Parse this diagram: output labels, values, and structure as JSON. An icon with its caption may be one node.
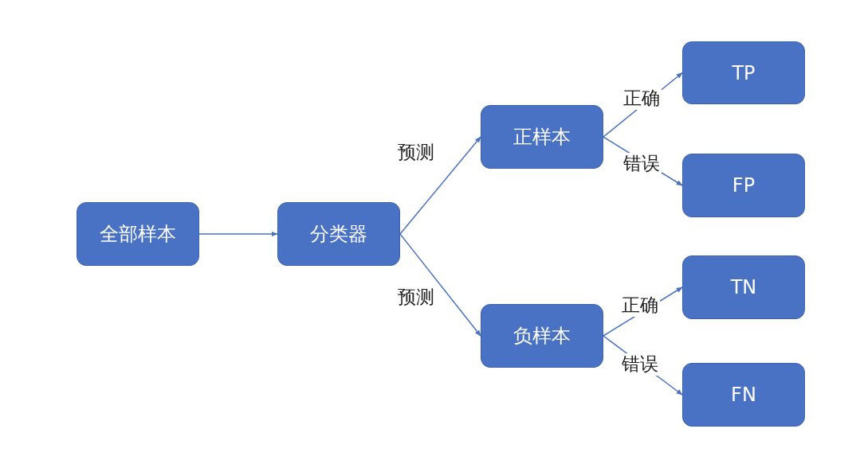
{
  "diagram": {
    "nodes": [
      {
        "text": [
          "全部样本"
        ]
      },
      {
        "text": [
          "分类器"
        ]
      },
      {
        "text": [
          "正样本"
        ]
      },
      {
        "text": [
          "负样本"
        ]
      },
      {
        "text": [
          "TP"
        ]
      },
      {
        "text": [
          "FP"
        ]
      },
      {
        "text": [
          "TN"
        ]
      },
      {
        "text": [
          "FN"
        ]
      }
    ],
    "edges": [
      {
        "from": 0,
        "to": 1,
        "arrow": "to"
      },
      {
        "from": 1,
        "to": 2,
        "arrow": "to",
        "label": "预测"
      },
      {
        "from": 1,
        "to": 3,
        "arrow": "to",
        "label": "预测"
      },
      {
        "from": 2,
        "to": 4,
        "arrow": "to",
        "label": "正确"
      },
      {
        "from": 2,
        "to": 5,
        "arrow": "to",
        "label": "错误"
      },
      {
        "from": 3,
        "to": 6,
        "arrow": "to",
        "label": "正确"
      },
      {
        "from": 3,
        "to": 7,
        "arrow": "to",
        "label": "错误"
      }
    ]
  }
}
